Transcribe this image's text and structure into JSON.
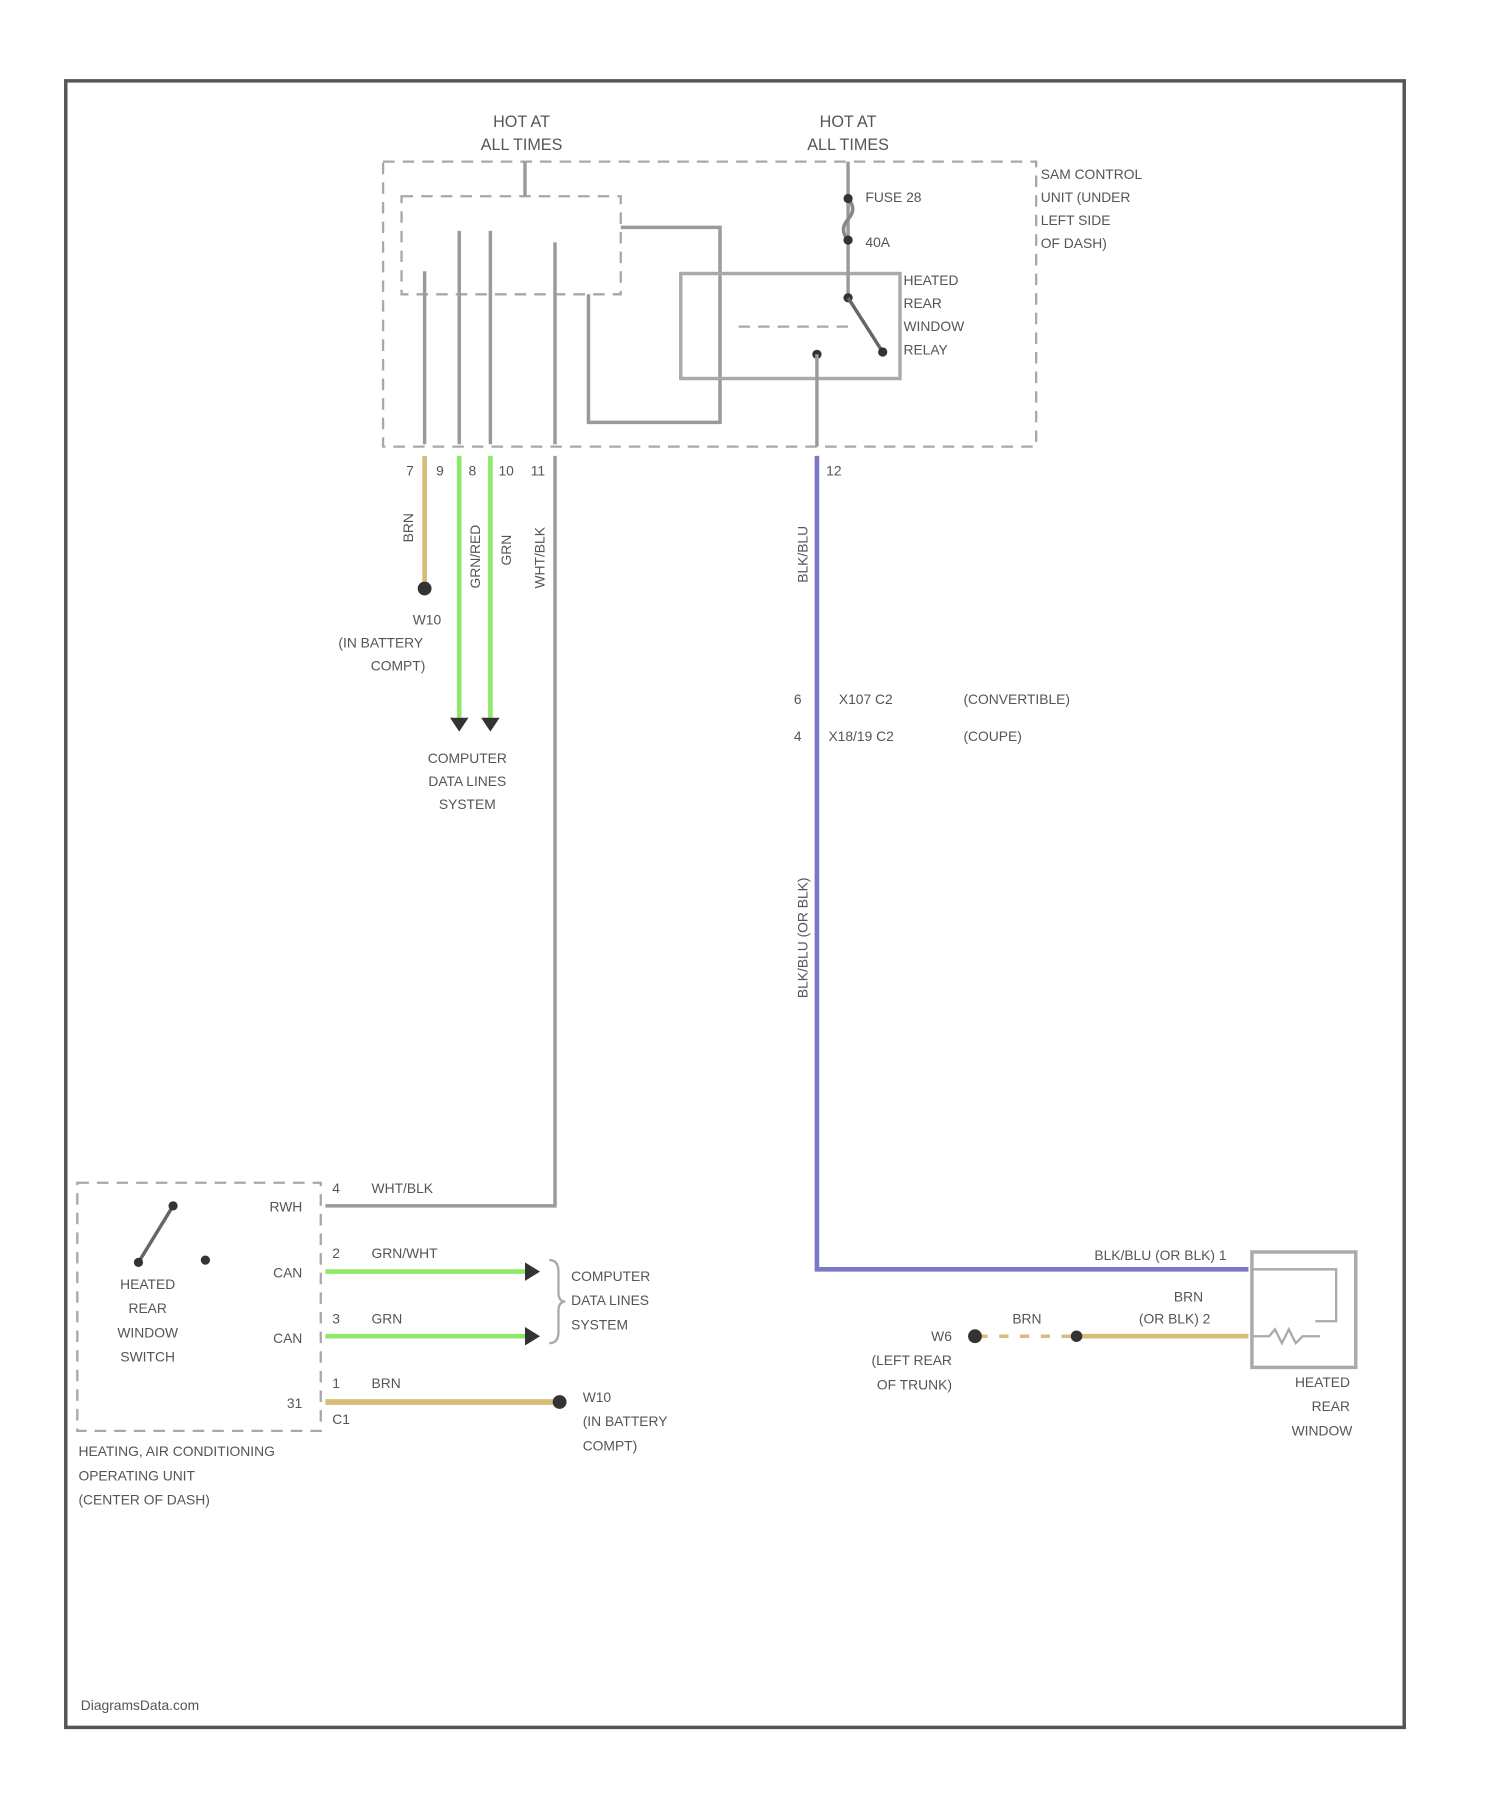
{
  "title": "",
  "colors": {
    "brown_wire": "#d8bd7a",
    "green_wire": "#8ee86a",
    "purple_wire": "#7a78c4",
    "gray_wire": "#a0a0a0",
    "border": "#555555"
  },
  "hot1": [
    "HOT AT",
    "ALL TIMES"
  ],
  "hot2": [
    "HOT AT",
    "ALL TIMES"
  ],
  "sam": [
    "SAM CONTROL",
    "UNIT (UNDER",
    "LEFT SIDE",
    "OF DASH)"
  ],
  "fuse": "FUSE 28",
  "fuse_rating": "40A",
  "relay": [
    "HEATED",
    "REAR",
    "WINDOW",
    "RELAY"
  ],
  "sam_pins": [
    "7",
    "9",
    "8",
    "10",
    "11"
  ],
  "relay_pin": "12",
  "wires": {
    "brn": "BRN",
    "grn_red": "GRN/RED",
    "grn": "GRN",
    "wht_blk": "WHT/BLK",
    "blk_blu": "BLK/BLU",
    "blk_blu_or": "BLK/BLU (OR BLK)"
  },
  "ground_w10": [
    "W10",
    "(IN BATTERY",
    "COMPT)"
  ],
  "cdl": [
    "COMPUTER",
    "DATA LINES",
    "SYSTEM"
  ],
  "connectors": [
    {
      "pin": "6",
      "id": "X107 C2",
      "note": "(CONVERTIBLE)"
    },
    {
      "pin": "4",
      "id": "X18/19 C2",
      "note": "(COUPE)"
    }
  ],
  "hvac_unit": [
    "HEATING, AIR CONDITIONING",
    "OPERATING UNIT",
    "(CENTER OF DASH)"
  ],
  "switch": [
    "HEATED",
    "REAR",
    "WINDOW",
    "SWITCH"
  ],
  "hvac_pins": [
    {
      "num": "4",
      "name": "RWH",
      "wire": "WHT/BLK"
    },
    {
      "num": "2",
      "name": "CAN",
      "wire": "GRN/WHT"
    },
    {
      "num": "3",
      "name": "CAN",
      "wire": "GRN"
    },
    {
      "num": "1",
      "name": "31",
      "wire": "BRN"
    }
  ],
  "hvac_conn": "C1",
  "rear": {
    "wire1": "BLK/BLU   (OR BLK)  1",
    "wire2": [
      "BRN",
      "(OR BLK) 2"
    ],
    "wire3": "BRN",
    "ground": [
      "W6",
      "(LEFT REAR",
      "OF TRUNK)"
    ],
    "window": [
      "HEATED",
      "REAR",
      "WINDOW"
    ]
  },
  "watermark": "DiagramsData.com"
}
